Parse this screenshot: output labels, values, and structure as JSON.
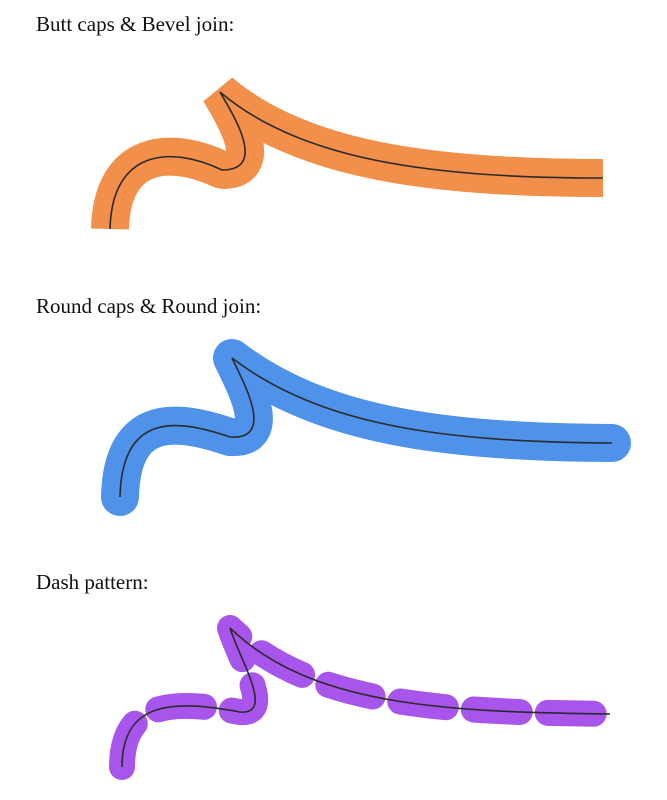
{
  "sections": [
    {
      "label": "Butt caps & Bevel join:",
      "stroke_color": "#F28F4B",
      "linecap": "butt",
      "linejoin": "bevel"
    },
    {
      "label": "Round caps & Round join:",
      "stroke_color": "#4F92EA",
      "linecap": "round",
      "linejoin": "round"
    },
    {
      "label": "Dash pattern:",
      "stroke_color": "#A855EB",
      "linecap": "round",
      "linejoin": "round",
      "dashed": true
    }
  ],
  "centerline_color": "#2b2b2b"
}
